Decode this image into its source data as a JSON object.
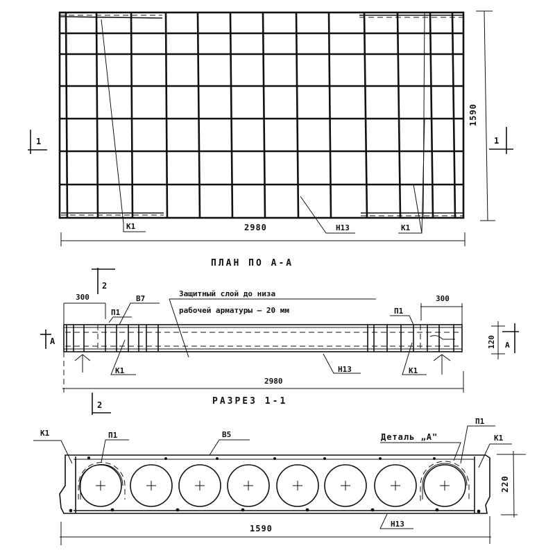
{
  "plan": {
    "title": "ПЛАН ПО А-А",
    "length_label": "2980",
    "width_label": "1590",
    "section_marker": "1",
    "callouts": {
      "k1_left": "К1",
      "n13": "Н13",
      "k1_right": "К1"
    }
  },
  "section_1_1": {
    "title": "РАЗРЕЗ 1-1",
    "note_line1": "Защитный слой до низа",
    "note_line2": "рабочей арматуры — 20 мм",
    "length_label": "2980",
    "height_label": "120",
    "end_zone_left": "300",
    "end_zone_right": "300",
    "section_marker": "2",
    "view_marker": "А",
    "callouts": {
      "p1_left": "П1",
      "v7": "В7",
      "k1_left": "К1",
      "n13": "Н13",
      "p1_right": "П1",
      "k1_right": "К1"
    }
  },
  "section_2_2": {
    "width_label": "1590",
    "height_label": "220",
    "detail_label": "Деталь „А\"",
    "void_count": 8,
    "callouts": {
      "k1_left": "К1",
      "p1_left": "П1",
      "v5": "В5",
      "p1_right": "П1",
      "k1_right": "К1",
      "n13": "Н13"
    }
  }
}
